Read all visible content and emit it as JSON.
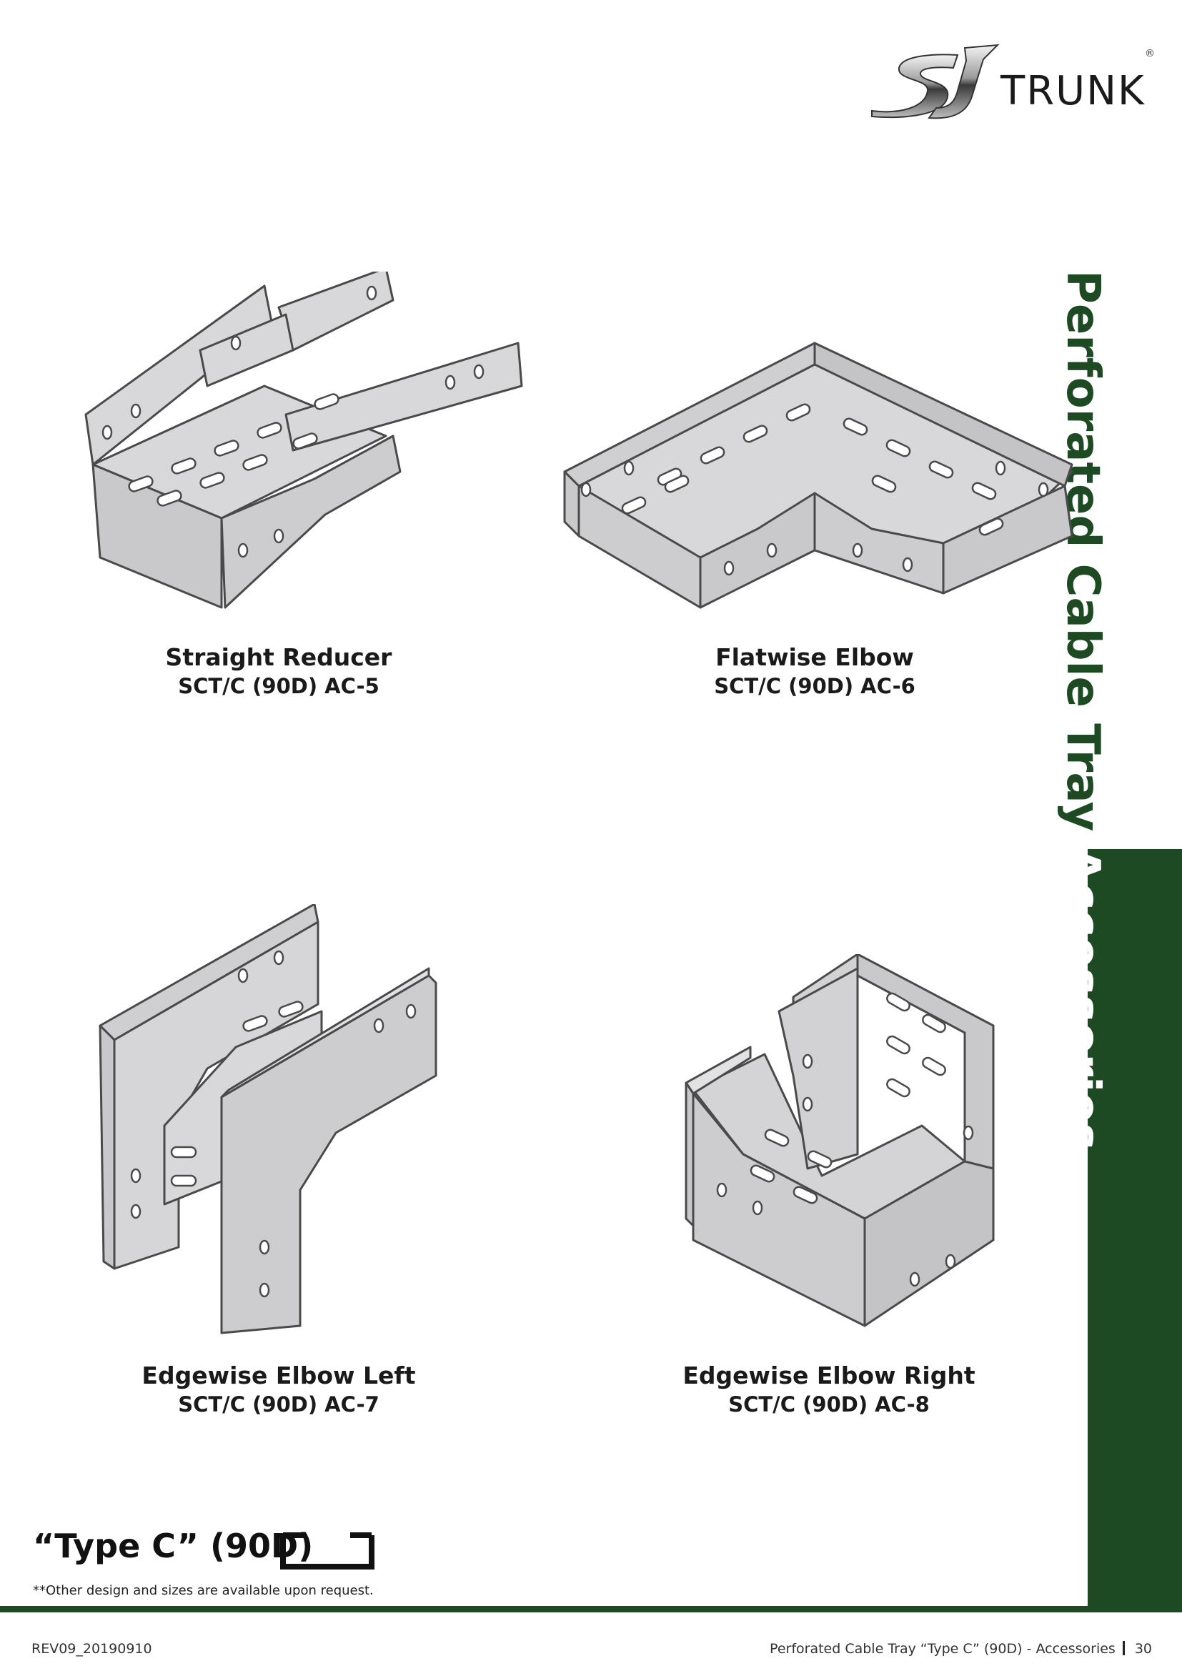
{
  "brand": {
    "name": "TRUNK",
    "registered_mark": "®"
  },
  "side_title": {
    "prefix": "Perforated Cable Tray",
    "suffix": "Accessories"
  },
  "products": [
    {
      "name": "Straight Reducer",
      "code": "SCT/C (90D) AC-5",
      "icon": "straight-reducer-illustration"
    },
    {
      "name": "Flatwise Elbow",
      "code": "SCT/C (90D) AC-6",
      "icon": "flatwise-elbow-illustration"
    },
    {
      "name": "Edgewise Elbow Left",
      "code": "SCT/C (90D) AC-7",
      "icon": "edgewise-elbow-left-illustration"
    },
    {
      "name": "Edgewise Elbow Right",
      "code": "SCT/C (90D) AC-8",
      "icon": "edgewise-elbow-right-illustration"
    }
  ],
  "type_label": "“Type C” (90D)",
  "note": "**Other design and sizes are available upon request.",
  "footer": {
    "revision": "REV09_20190910",
    "section": "Perforated Cable Tray “Type C” (90D) - Accessories",
    "page": "30"
  },
  "colors": {
    "accent_green": "#1d4a23",
    "metal": "#d9d9db",
    "outline": "#4a4a4a"
  }
}
